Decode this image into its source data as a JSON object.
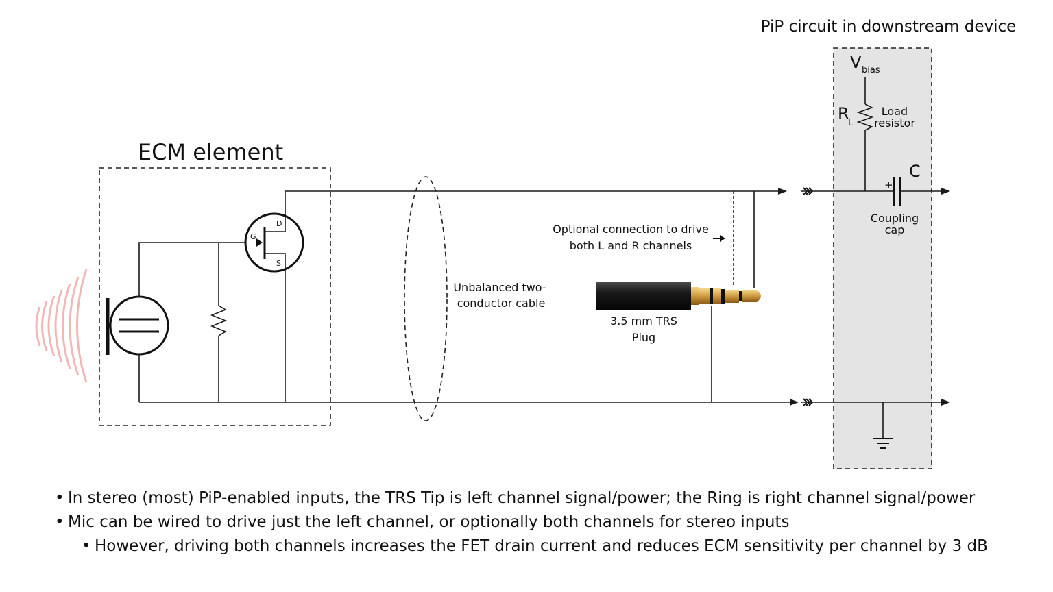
{
  "diagram": {
    "ecm_title": "ECM element",
    "pip_title": "PiP circuit in downstream device",
    "fet_gate": "G",
    "fet_drain": "D",
    "fet_source": "S",
    "cable_label": [
      "Unbalanced two-",
      "conductor cable"
    ],
    "optional_label": [
      "Optional connection to drive",
      "both L and R channels"
    ],
    "plug_label": [
      "3.5 mm TRS",
      "Plug"
    ],
    "vbias_main": "V",
    "vbias_sub": "bias",
    "rl_main": "R",
    "rl_sub": "L",
    "load_label": [
      "Load",
      "resistor"
    ],
    "cap_label": "C",
    "cap_plus": "+",
    "coupling_label": [
      "Coupling",
      "cap"
    ],
    "colors": {
      "pip_box_fill": "#e4e4e4",
      "sound_waves": "#f2b8b8",
      "plug_gold": "#d4a044",
      "plug_body": "#1a1a1a"
    }
  },
  "notes": [
    "In stereo (most) PiP-enabled inputs, the TRS Tip is left channel signal/power; the Ring is right channel signal/power",
    "Mic can be wired to drive just the left channel, or optionally both channels for stereo inputs",
    "However, driving both channels increases the FET drain current and reduces ECM sensitivity per channel by 3 dB"
  ]
}
